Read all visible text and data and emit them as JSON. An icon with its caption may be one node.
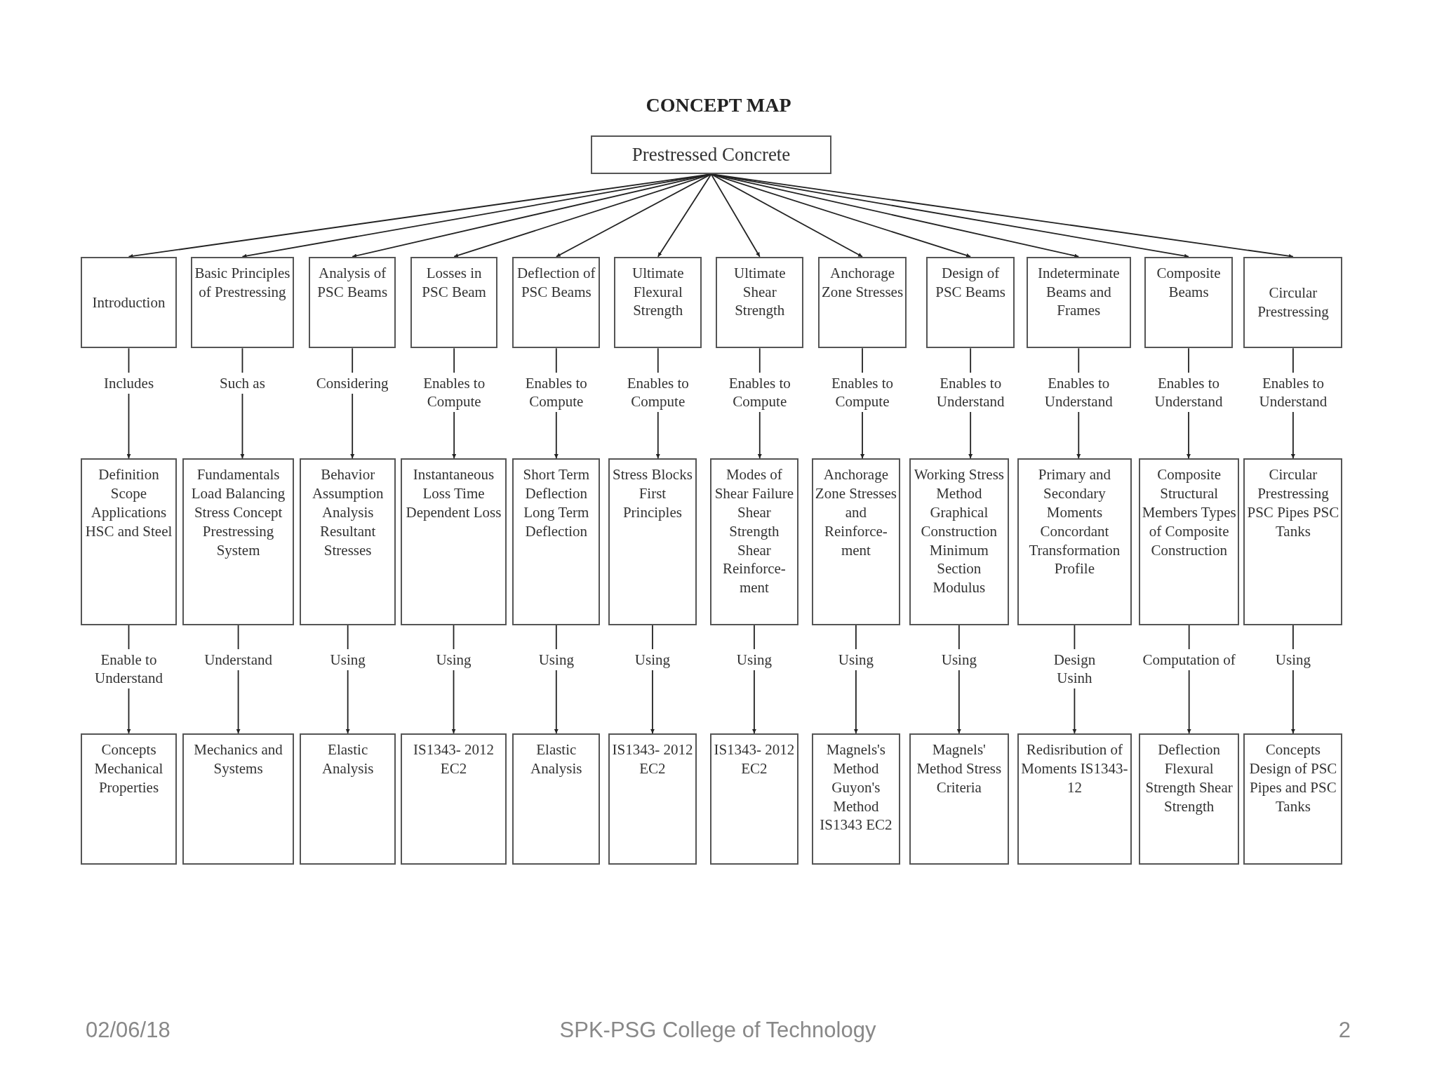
{
  "diagram": {
    "title": "CONCEPT MAP",
    "nodes": [
      {
        "text": [
          "Prestressed Concrete"
        ]
      },
      {
        "text": [
          "Introduction"
        ]
      },
      {
        "text": [
          "Basic Principles of Prestressing"
        ]
      },
      {
        "text": [
          "Analysis of PSC Beams"
        ]
      },
      {
        "text": [
          "Losses in PSC Beam"
        ]
      },
      {
        "text": [
          "Deflection of PSC Beams"
        ]
      },
      {
        "text": [
          "Ultimate Flexural Strength"
        ]
      },
      {
        "text": [
          "Ultimate Shear Strength"
        ]
      },
      {
        "text": [
          "Anchorage Zone Stresses"
        ]
      },
      {
        "text": [
          "Design of PSC Beams"
        ]
      },
      {
        "text": [
          "Indeterminate Beams and Frames"
        ]
      },
      {
        "text": [
          "Composite Beams"
        ]
      },
      {
        "text": [
          "Circular Prestressing"
        ]
      },
      {
        "text": [
          "Definition Scope Applications HSC and Steel"
        ]
      },
      {
        "text": [
          "Fundamentals Load Balancing Stress Concept Prestressing System"
        ]
      },
      {
        "text": [
          "Behavior Assumption Analysis Resultant Stresses"
        ]
      },
      {
        "text": [
          "Instantaneous Loss Time Dependent Loss"
        ]
      },
      {
        "text": [
          "Short Term Deflection Long Term Deflection"
        ]
      },
      {
        "text": [
          "Stress Blocks First Principles"
        ]
      },
      {
        "text": [
          "Modes of Shear Failure Shear Strength Shear Reinforce- ment"
        ]
      },
      {
        "text": [
          "Anchorage Zone Stresses and Reinforce- ment"
        ]
      },
      {
        "text": [
          "Working Stress Method Graphical Construction Minimum Section Modulus"
        ]
      },
      {
        "text": [
          "Primary and Secondary Moments Concordant Transformation Profile"
        ]
      },
      {
        "text": [
          "Composite Structural Members Types of Composite Construction"
        ]
      },
      {
        "text": [
          "Circular Prestressing PSC Pipes PSC Tanks"
        ]
      },
      {
        "text": [
          "Concepts Mechanical Properties"
        ]
      },
      {
        "text": [
          "Mechanics and Systems"
        ]
      },
      {
        "text": [
          "Elastic Analysis"
        ]
      },
      {
        "text": [
          "IS1343- 2012 EC2"
        ]
      },
      {
        "text": [
          "Elastic Analysis"
        ]
      },
      {
        "text": [
          "IS1343- 2012 EC2"
        ]
      },
      {
        "text": [
          "IS1343- 2012 EC2"
        ]
      },
      {
        "text": [
          "Magnels's Method Guyon's Method IS1343 EC2"
        ]
      },
      {
        "text": [
          "Magnels' Method Stress Criteria"
        ]
      },
      {
        "text": [
          "Redisribution of Moments IS1343-12"
        ]
      },
      {
        "text": [
          "Deflection Flexural Strength Shear Strength"
        ]
      },
      {
        "text": [
          "Concepts Design of PSC Pipes and PSC Tanks"
        ]
      }
    ],
    "edges": [
      {
        "from": 0,
        "to": 1,
        "arrow": "to"
      },
      {
        "from": 0,
        "to": 2,
        "arrow": "to"
      },
      {
        "from": 0,
        "to": 3,
        "arrow": "to"
      },
      {
        "from": 0,
        "to": 4,
        "arrow": "to"
      },
      {
        "from": 0,
        "to": 5,
        "arrow": "to"
      },
      {
        "from": 0,
        "to": 6,
        "arrow": "to"
      },
      {
        "from": 0,
        "to": 7,
        "arrow": "to"
      },
      {
        "from": 0,
        "to": 8,
        "arrow": "to"
      },
      {
        "from": 0,
        "to": 9,
        "arrow": "to"
      },
      {
        "from": 0,
        "to": 10,
        "arrow": "to"
      },
      {
        "from": 0,
        "to": 11,
        "arrow": "to"
      },
      {
        "from": 0,
        "to": 12,
        "arrow": "to"
      },
      {
        "from": 1,
        "to": 13,
        "arrow": "to",
        "label": "Includes"
      },
      {
        "from": 2,
        "to": 14,
        "arrow": "to",
        "label": "Such as"
      },
      {
        "from": 3,
        "to": 15,
        "arrow": "to",
        "label": "Considering"
      },
      {
        "from": 4,
        "to": 16,
        "arrow": "to",
        "label": "Enables to Compute"
      },
      {
        "from": 5,
        "to": 17,
        "arrow": "to",
        "label": "Enables to Compute"
      },
      {
        "from": 6,
        "to": 18,
        "arrow": "to",
        "label": "Enables to Compute"
      },
      {
        "from": 7,
        "to": 19,
        "arrow": "to",
        "label": "Enables to Compute"
      },
      {
        "from": 8,
        "to": 20,
        "arrow": "to",
        "label": "Enables to Compute"
      },
      {
        "from": 9,
        "to": 21,
        "arrow": "to",
        "label": "Enables to Understand"
      },
      {
        "from": 10,
        "to": 22,
        "arrow": "to",
        "label": "Enables to Understand"
      },
      {
        "from": 11,
        "to": 23,
        "arrow": "to",
        "label": "Enables to Understand"
      },
      {
        "from": 12,
        "to": 24,
        "arrow": "to",
        "label": "Enables to Understand"
      },
      {
        "from": 13,
        "to": 25,
        "arrow": "to",
        "label": "Enable to Understand"
      },
      {
        "from": 14,
        "to": 26,
        "arrow": "to",
        "label": "Understand"
      },
      {
        "from": 15,
        "to": 27,
        "arrow": "to",
        "label": "Using"
      },
      {
        "from": 16,
        "to": 28,
        "arrow": "to",
        "label": "Using"
      },
      {
        "from": 17,
        "to": 29,
        "arrow": "to",
        "label": "Using"
      },
      {
        "from": 18,
        "to": 30,
        "arrow": "to",
        "label": "Using"
      },
      {
        "from": 19,
        "to": 31,
        "arrow": "to",
        "label": "Using"
      },
      {
        "from": 20,
        "to": 32,
        "arrow": "to",
        "label": "Using"
      },
      {
        "from": 21,
        "to": 33,
        "arrow": "to",
        "label": "Using"
      },
      {
        "from": 22,
        "to": 34,
        "arrow": "to",
        "label": "Design Usinh"
      },
      {
        "from": 23,
        "to": 35,
        "arrow": "to",
        "label": "Computation of"
      },
      {
        "from": 24,
        "to": 36,
        "arrow": "to",
        "label": "Using"
      }
    ],
    "labels": [
      "02/06/18",
      "SPK-PSG College of Technology",
      "2"
    ]
  }
}
